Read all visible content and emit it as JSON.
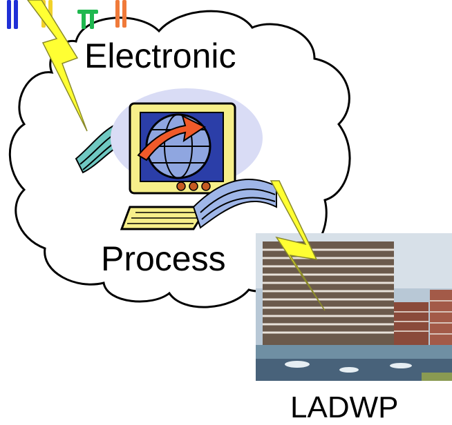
{
  "diagram": {
    "labels": {
      "electronic": "Electronic",
      "process": "Process",
      "ladwp": "LADWP"
    },
    "icons": {
      "cloud": "cloud-shape",
      "computer": "computer-globe-clipart",
      "building": "ladwp-building-photo",
      "bolt_in": "lightning-bolt-icon",
      "bolt_out": "lightning-bolt-icon",
      "towers": "transmission-towers-icon"
    },
    "colors": {
      "cloud_stroke": "#000000",
      "bolt_fill": "#ffff33",
      "tower_blue": "#1f2fd6",
      "tower_yellow": "#f2d22a",
      "tower_green": "#1fb84f",
      "tower_orange": "#f07a3a"
    }
  }
}
